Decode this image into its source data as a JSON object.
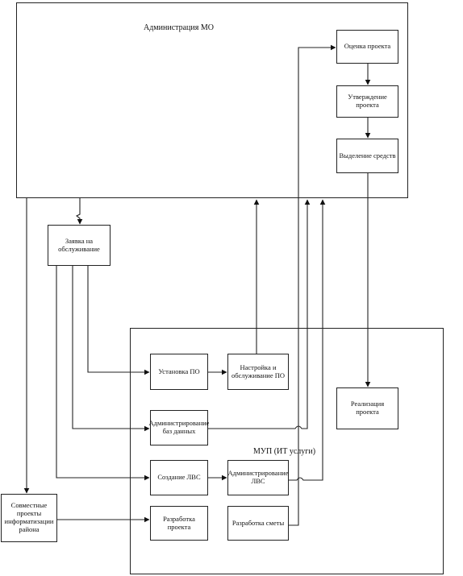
{
  "regions": {
    "admin_title": "Администрация МО",
    "mup_title": "МУП (ИТ услуги)"
  },
  "boxes": {
    "ocenka": "Оценка проекта",
    "utverzhdenie": "Утверждение проекта",
    "vydelenie": "Выделение средств",
    "zayavka": "Заявка на обслуживание",
    "ustanovka": "Установка ПО",
    "nastroyka": "Настройка и обслуживание ПО",
    "realizaciya": "Реализация проекта",
    "admin_bd": "Администрирование баз данных",
    "sozdanie_lvs": "Создание ЛВС",
    "admin_lvs": "Администрирование ЛВС",
    "sovmestnye": "Совместные проекты информатизации района",
    "razrabotka_proekta": "Разработка проекта",
    "razrabotka_smety": "Разработка сметы"
  }
}
